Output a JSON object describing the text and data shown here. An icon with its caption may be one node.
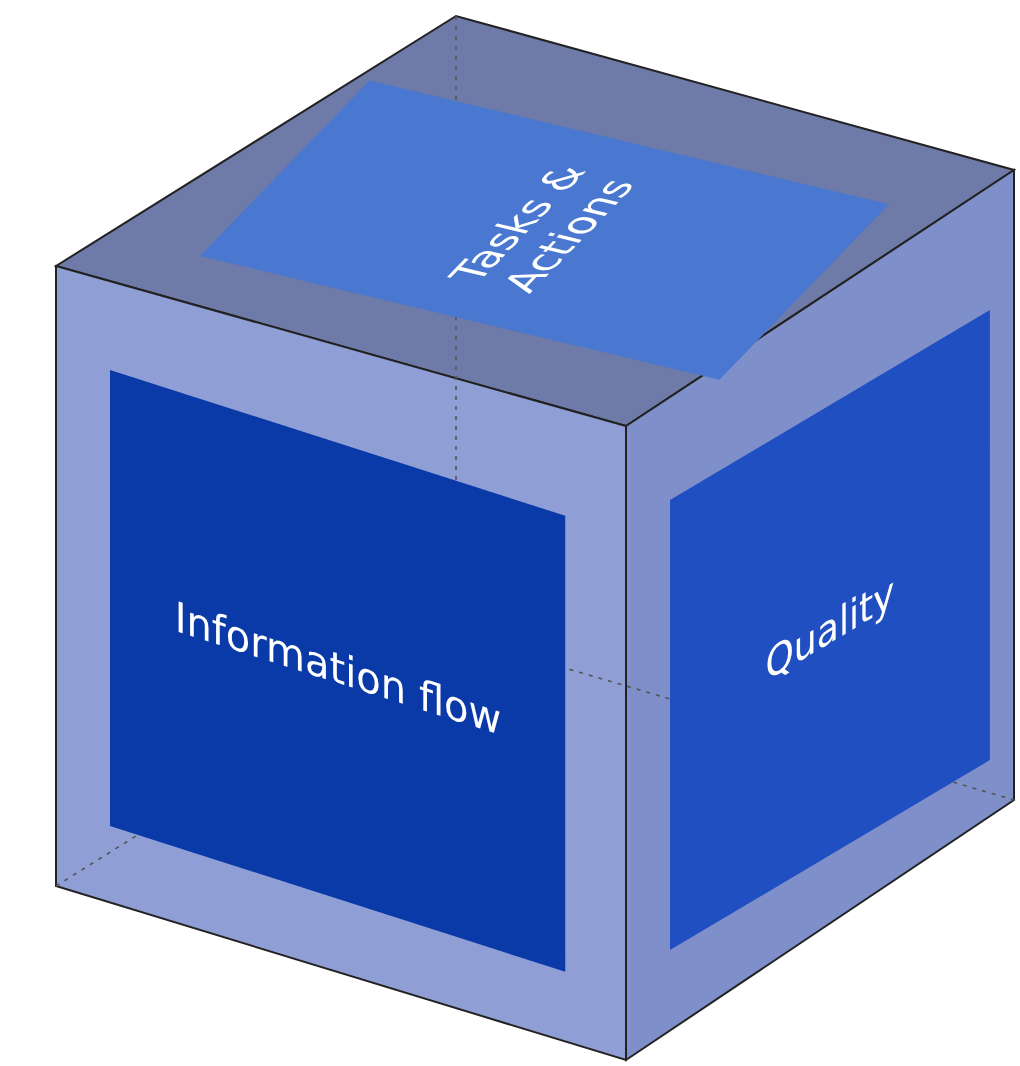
{
  "diagram": {
    "nodes": [
      {
        "text": [
          "Tasks & Actions"
        ]
      },
      {
        "text": [
          "Information flow"
        ]
      },
      {
        "text": [
          "Quality"
        ]
      }
    ]
  }
}
